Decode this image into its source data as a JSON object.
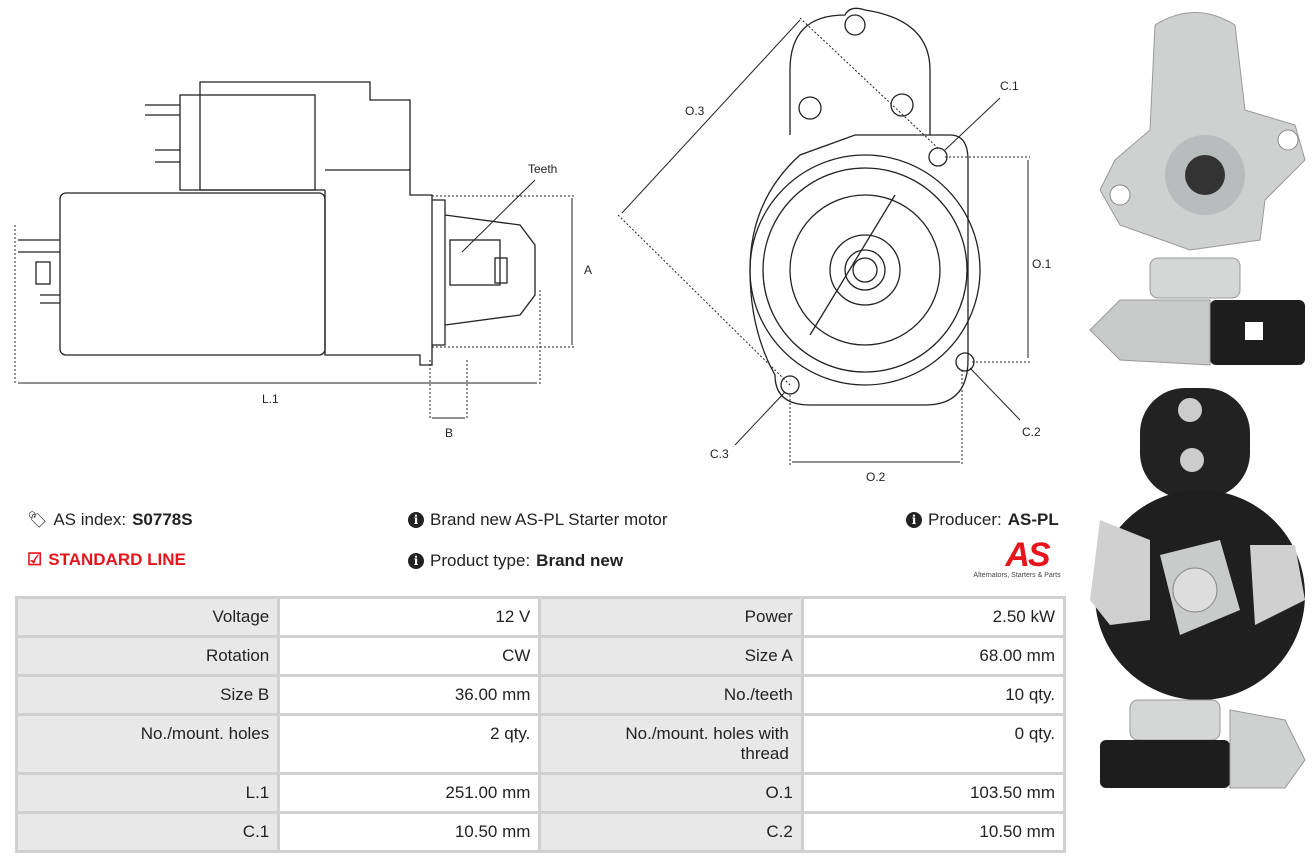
{
  "diagram": {
    "side_labels": {
      "teeth": "Teeth",
      "a": "A",
      "b": "B",
      "l1": "L.1"
    },
    "front_labels": {
      "o1": "O.1",
      "o2": "O.2",
      "o3": "O.3",
      "c1": "C.1",
      "c2": "C.2",
      "c3": "C.3"
    }
  },
  "info": {
    "as_index_label": "AS index:",
    "as_index_value": "S0778S",
    "line": "STANDARD LINE",
    "description": "Brand new AS-PL Starter motor",
    "product_type_label": "Product type:",
    "product_type_value": "Brand new",
    "producer_label": "Producer:",
    "producer_value": "AS-PL",
    "logo_text": "AS",
    "logo_tagline": "Alternators, Starters & Parts"
  },
  "specs": [
    [
      {
        "label": "Voltage",
        "value": "12 V"
      },
      {
        "label": "Power",
        "value": "2.50 kW"
      }
    ],
    [
      {
        "label": "Rotation",
        "value": "CW"
      },
      {
        "label": "Size A",
        "value": "68.00 mm"
      }
    ],
    [
      {
        "label": "Size B",
        "value": "36.00 mm"
      },
      {
        "label": "No./teeth",
        "value": "10 qty."
      }
    ],
    [
      {
        "label": "No./mount. holes",
        "value": "2 qty."
      },
      {
        "label": "No./mount. holes with thread",
        "value": "0 qty."
      }
    ],
    [
      {
        "label": "L.1",
        "value": "251.00 mm"
      },
      {
        "label": "O.1",
        "value": "103.50 mm"
      }
    ],
    [
      {
        "label": "C.1",
        "value": "10.50 mm"
      },
      {
        "label": "C.2",
        "value": "10.50 mm"
      }
    ]
  ],
  "colors": {
    "accent": "#e8141b",
    "label_bg": "#e8e8e8",
    "border": "#d0d0d0"
  }
}
